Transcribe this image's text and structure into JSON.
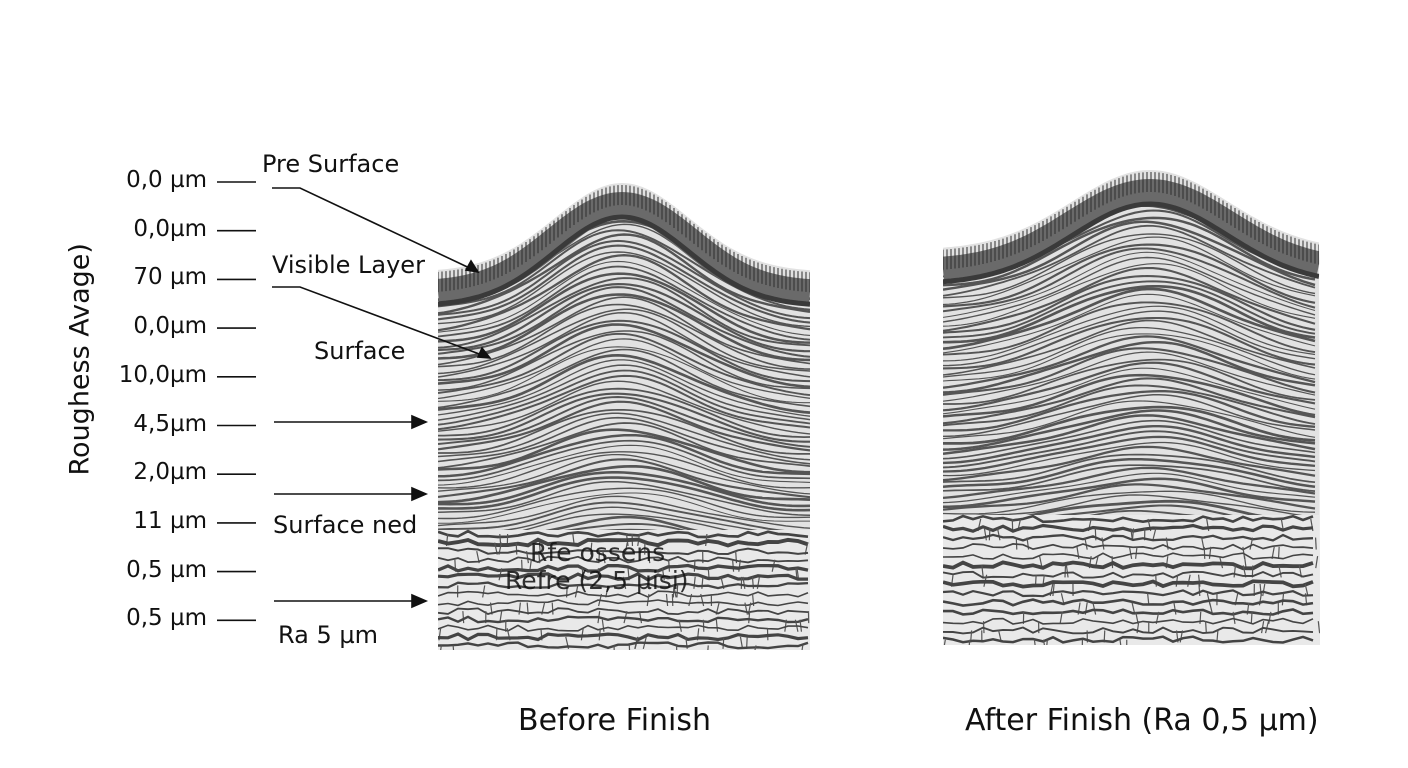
{
  "y_axis_label": "Roughess Avage)",
  "ticks": [
    "0,0 µm",
    "0,0µm",
    "70 µm",
    "0,0µm",
    "10,0µm",
    "4,5µm",
    "2,0µm",
    "11 µm",
    "0,5 µm",
    "0,5 µm"
  ],
  "annotations": {
    "pre_surface": "Pre Surface",
    "visible_layer": "Visible Layer",
    "surface": "Surface",
    "surface_ned": "Surface ned",
    "ra": "Ra 5 µm"
  },
  "overlay_text": [
    "Rfe ossens",
    "Refre (2,5 µisi)"
  ],
  "panels": {
    "before": "Before Finish",
    "after": "After Finish (Ra 0,5 µm)"
  }
}
